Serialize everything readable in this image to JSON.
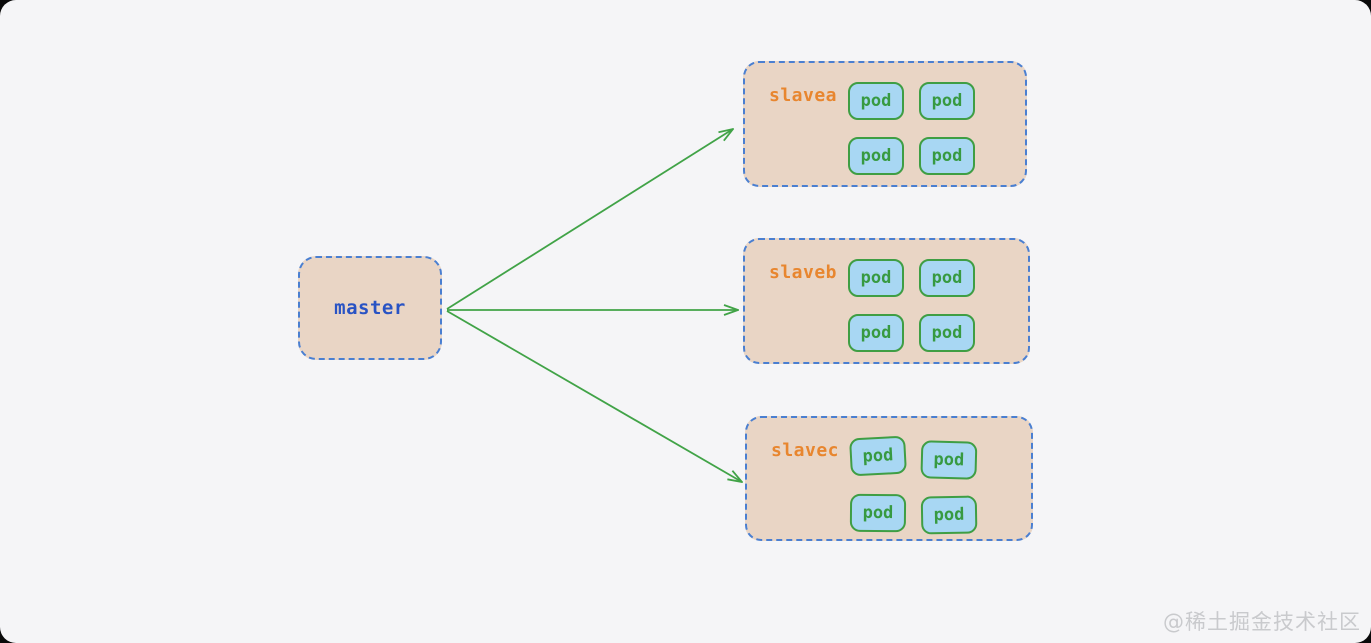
{
  "diagram": {
    "master": {
      "label": "master"
    },
    "slaves": [
      {
        "label": "slavea",
        "pods": [
          "pod",
          "pod",
          "pod",
          "pod"
        ]
      },
      {
        "label": "slaveb",
        "pods": [
          "pod",
          "pod",
          "pod",
          "pod"
        ]
      },
      {
        "label": "slavec",
        "pods": [
          "pod",
          "pod",
          "pod",
          "pod"
        ]
      }
    ]
  },
  "colors": {
    "background": "#f5f5f7",
    "frame": "#0a0a0a",
    "node_fill": "#e9d5c5",
    "node_border": "#4a7fd1",
    "master_text": "#2953c4",
    "slave_label": "#e8862f",
    "pod_fill": "#a8d7f3",
    "pod_border": "#3f9e44",
    "pod_text": "#379a41",
    "arrow": "#41a347"
  },
  "watermark": {
    "text": "@稀土掘金技术社区"
  }
}
